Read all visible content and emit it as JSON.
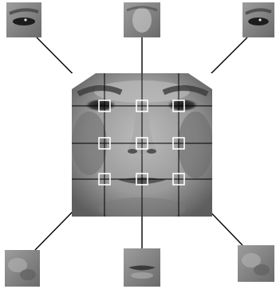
{
  "diagram": {
    "description": "",
    "grid": {
      "rows": 3,
      "cols": 3,
      "sample_points": [
        {
          "id": "r1c1",
          "row": 1,
          "col": 1
        },
        {
          "id": "r1c2",
          "row": 1,
          "col": 2
        },
        {
          "id": "r1c3",
          "row": 1,
          "col": 3
        },
        {
          "id": "r2c1",
          "row": 2,
          "col": 1
        },
        {
          "id": "r2c2",
          "row": 2,
          "col": 2
        },
        {
          "id": "r2c3",
          "row": 2,
          "col": 3
        },
        {
          "id": "r3c1",
          "row": 3,
          "col": 1
        },
        {
          "id": "r3c2",
          "row": 3,
          "col": 2
        },
        {
          "id": "r3c3",
          "row": 3,
          "col": 3
        }
      ]
    },
    "patches": [
      {
        "id": "patch-top-left",
        "depicts": "left-eye",
        "source": "r1c1"
      },
      {
        "id": "patch-top-center",
        "depicts": "nose-bridge",
        "source": "r1c2"
      },
      {
        "id": "patch-top-right",
        "depicts": "right-eye",
        "source": "r1c3"
      },
      {
        "id": "patch-bottom-left",
        "depicts": "left-cheek",
        "source": "r3c1"
      },
      {
        "id": "patch-bottom-center",
        "depicts": "mouth",
        "source": "r3c2"
      },
      {
        "id": "patch-bottom-right",
        "depicts": "right-cheek",
        "source": "r3c3"
      }
    ],
    "colors": {
      "background": "#ffffff",
      "face_light": "#b8b8b8",
      "face_mid": "#8a8a8a",
      "face_dark": "#3a3a3a",
      "grid_line": "#000000",
      "marker": "#ffffff",
      "connector": "#000000"
    }
  }
}
